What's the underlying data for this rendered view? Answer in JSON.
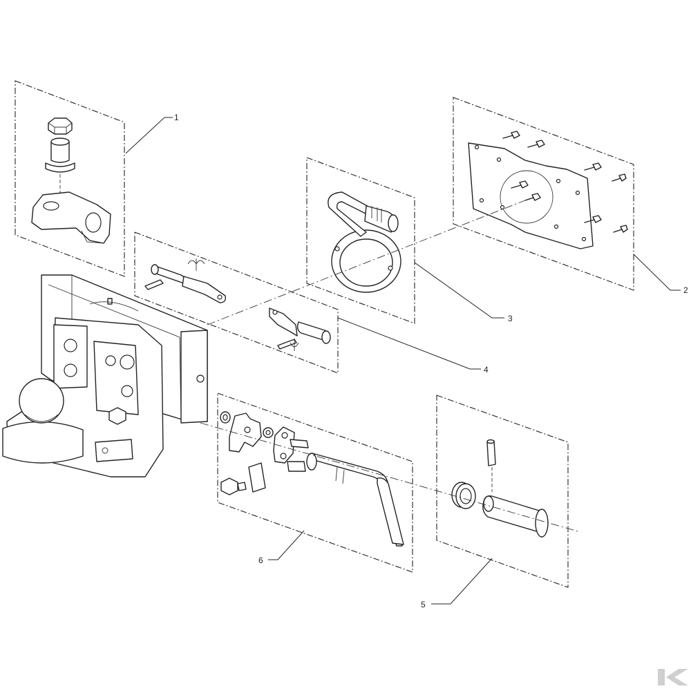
{
  "diagram": {
    "callouts": [
      {
        "id": "1",
        "label": "1"
      },
      {
        "id": "2",
        "label": "2"
      },
      {
        "id": "3",
        "label": "3"
      },
      {
        "id": "4",
        "label": "4"
      },
      {
        "id": "5",
        "label": "5"
      },
      {
        "id": "6",
        "label": "6"
      }
    ],
    "logo": {
      "icon": "brand-k-logo-icon",
      "color": "#cfcfcf"
    },
    "colors": {
      "line": "#222222",
      "background": "#ffffff"
    }
  }
}
